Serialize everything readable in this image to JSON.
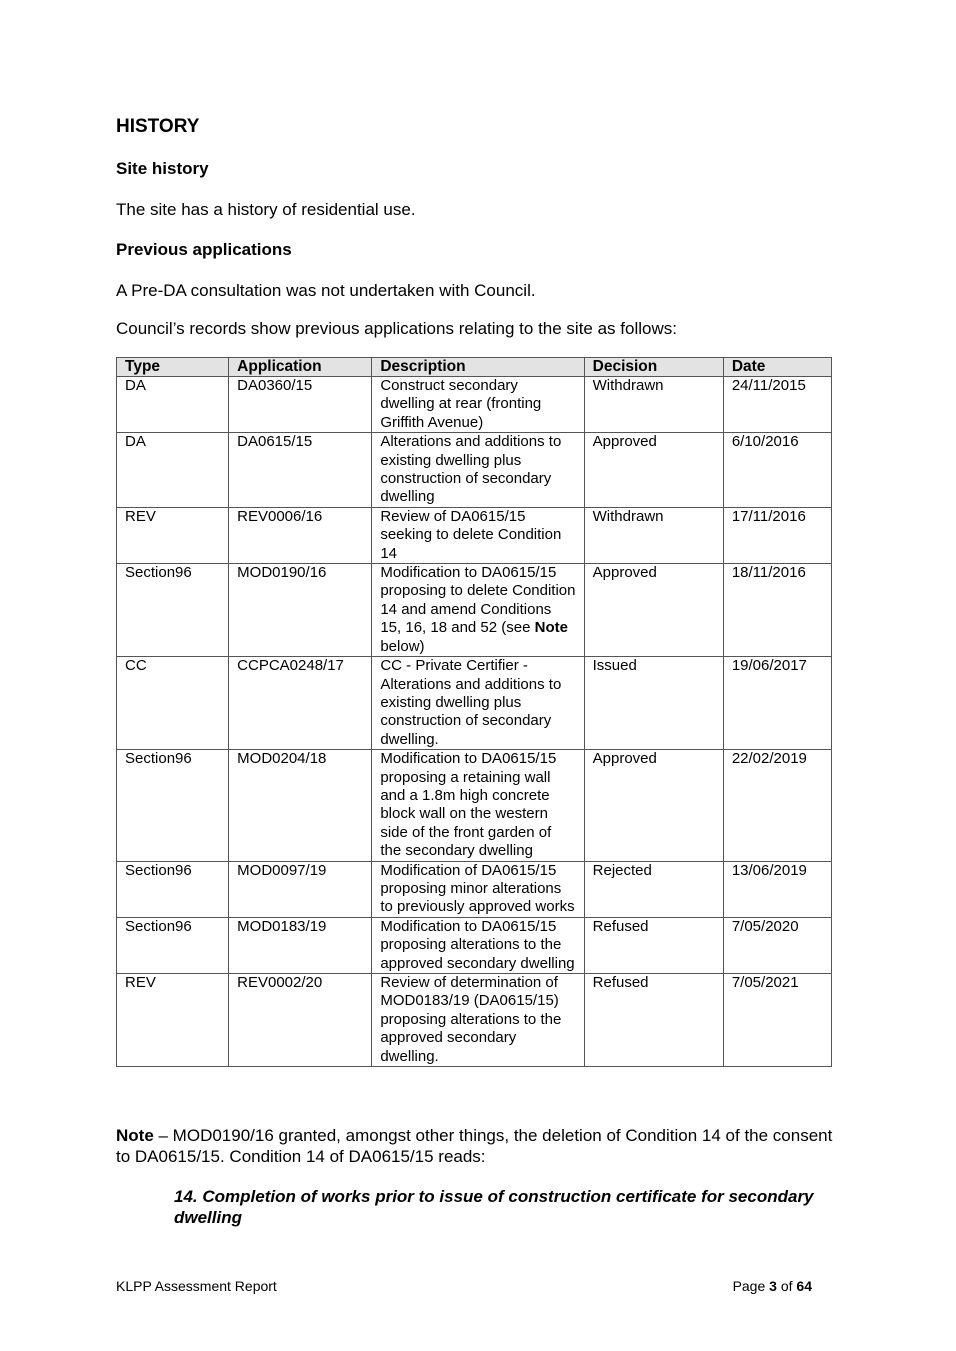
{
  "heading": "HISTORY",
  "site_history": {
    "title": "Site history",
    "text": "The site has a history of residential use."
  },
  "previous_applications": {
    "title": "Previous applications",
    "pre_da_text": "A Pre-DA consultation was not undertaken with Council.",
    "intro_text": "Council’s records show previous applications relating to the site as follows:"
  },
  "table": {
    "headers": [
      "Type",
      "Application",
      "Description",
      "Decision",
      "Date"
    ],
    "rows": [
      {
        "type": "DA",
        "application": "DA0360/15",
        "description": "Construct secondary dwelling at rear (fronting Griffith Avenue)",
        "decision": "Withdrawn",
        "date": "24/11/2015"
      },
      {
        "type": "DA",
        "application": "DA0615/15",
        "description": "Alterations and additions to existing dwelling plus construction of secondary dwelling",
        "decision": "Approved",
        "date": "6/10/2016"
      },
      {
        "type": "REV",
        "application": "REV0006/16",
        "description": "Review of DA0615/15 seeking to delete Condition 14",
        "decision": "Withdrawn",
        "date": "17/11/2016"
      },
      {
        "type": "Section96",
        "application": "MOD0190/16",
        "description_pre": "Modification to DA0615/15 proposing to delete Condition 14 and amend Conditions 15, 16, 18 and 52 (see ",
        "description_bold": "Note",
        "description_post": " below)",
        "decision": "Approved",
        "date": "18/11/2016"
      },
      {
        "type": "CC",
        "application": "CCPCA0248/17",
        "description": "CC - Private Certifier - Alterations and additions to existing dwelling plus construction of secondary dwelling.",
        "decision": "Issued",
        "date": "19/06/2017"
      },
      {
        "type": "Section96",
        "application": "MOD0204/18",
        "description": "Modification to DA0615/15 proposing a retaining wall and a 1.8m high concrete block wall on the western side of the front garden of the secondary dwelling",
        "decision": "Approved",
        "date": "22/02/2019"
      },
      {
        "type": "Section96",
        "application": "MOD0097/19",
        "description": "Modification of DA0615/15 proposing minor alterations to previously approved works",
        "decision": "Rejected",
        "date": "13/06/2019"
      },
      {
        "type": "Section96",
        "application": "MOD0183/19",
        "description": "Modification to DA0615/15 proposing alterations to the approved secondary dwelling",
        "decision": "Refused",
        "date": "7/05/2020"
      },
      {
        "type": "REV",
        "application": "REV0002/20",
        "description": "Review of determination of MOD0183/19 (DA0615/15) proposing alterations to the approved secondary dwelling.",
        "decision": "Refused",
        "date": "7/05/2021"
      }
    ]
  },
  "note": {
    "label": "Note",
    "text": " – MOD0190/16 granted, amongst other things, the deletion of Condition 14 of the consent to DA0615/15. Condition 14 of DA0615/15 reads:"
  },
  "condition_quote": "14. Completion of works prior to issue of construction certificate for secondary dwelling",
  "footer": {
    "left": "KLPP Assessment Report",
    "page_prefix": "Page ",
    "page_current": "3",
    "page_of": " of ",
    "page_total": "64"
  }
}
